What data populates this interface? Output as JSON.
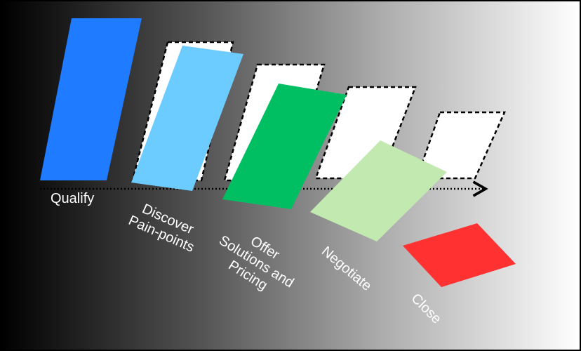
{
  "title": "Sales process stages",
  "stages": [
    {
      "label": "Qualify",
      "color": "#1f7bff"
    },
    {
      "label": "Discover\nPain-points",
      "color": "#6ccbff"
    },
    {
      "label": "Offer\nSolutions and\nPricing",
      "color": "#00bf63"
    },
    {
      "label": "Negotiate",
      "color": "#c1e9b0"
    },
    {
      "label": "Close",
      "color": "#ff3131"
    }
  ]
}
